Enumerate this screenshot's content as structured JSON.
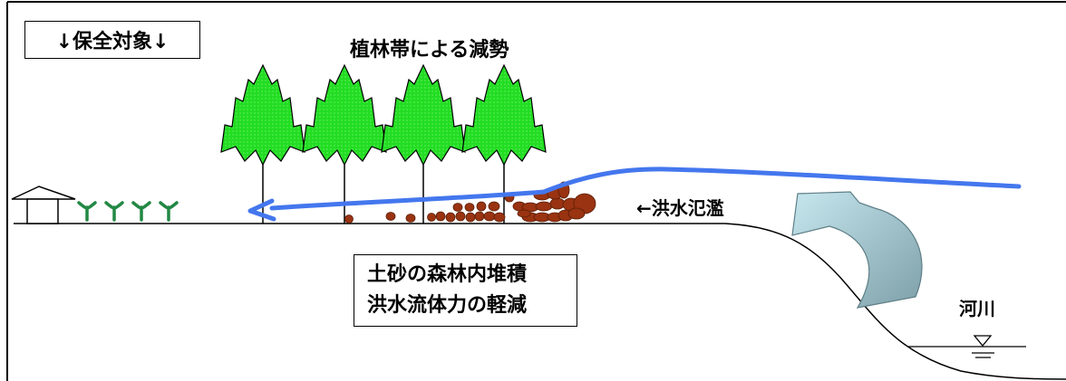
{
  "protected_label": "↓保全対象↓",
  "title": "植林帯による減勢",
  "flood_label": "←洪水氾濫",
  "river_label": "河川",
  "effect_lines": [
    "土砂の森林内堆積",
    "洪水流体力の軽減"
  ],
  "colors": {
    "tree_fill": "#22dd22",
    "tree_outline": "#000000",
    "flow_line": "#4477ee",
    "sediment": "#993311",
    "crop": "#228844",
    "arrow_fill": "#a8cfd8"
  }
}
